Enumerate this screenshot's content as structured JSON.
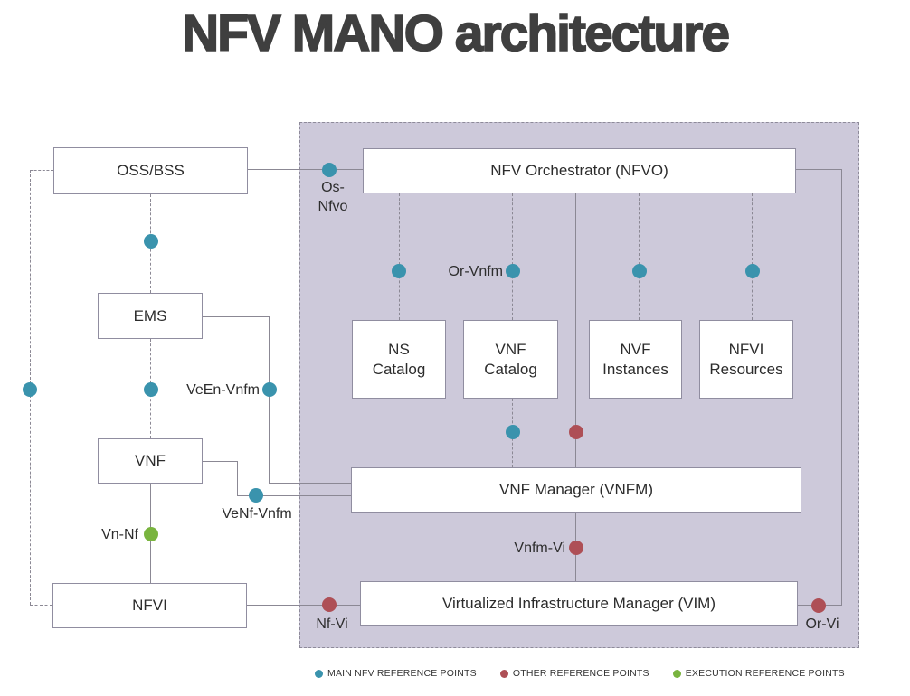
{
  "title": "NFV MANO architecture",
  "boxes": {
    "oss_bss": "OSS/BSS",
    "ems": "EMS",
    "vnf": "VNF",
    "nfvi": "NFVI",
    "nfvo": "NFV Orchestrator (NFVO)",
    "ns_catalog": "NS\nCatalog",
    "vnf_catalog": "VNF\nCatalog",
    "nvf_instances": "NVF\nInstances",
    "nfvi_resources": "NFVI\nResources",
    "vnfm": "VNF Manager (VNFM)",
    "vim": "Virtualized Infrastructure Manager (VIM)"
  },
  "reference_labels": {
    "os_nfvo": "Os-\nNfvo",
    "or_vnfm": "Or-Vnfm",
    "veen_vnfm": "VeEn-Vnfm",
    "venf_vnfm": "VeNf-Vnfm",
    "vn_nf": "Vn-Nf",
    "nf_vi": "Nf-Vi",
    "vnfm_vi": "Vnfm-Vi",
    "or_vi": "Or-Vi"
  },
  "legend": {
    "main": "MAIN NFV REFERENCE POINTS",
    "other": "OTHER REFERENCE POINTS",
    "execution": "EXECUTION REFERENCE POINTS"
  },
  "colors": {
    "main_point": "#3a93ad",
    "other_point": "#ae4f56",
    "execution_point": "#79b43f",
    "mano_background": "#cdc9da",
    "line": "#8b8894",
    "title": "#3f3f3f"
  }
}
